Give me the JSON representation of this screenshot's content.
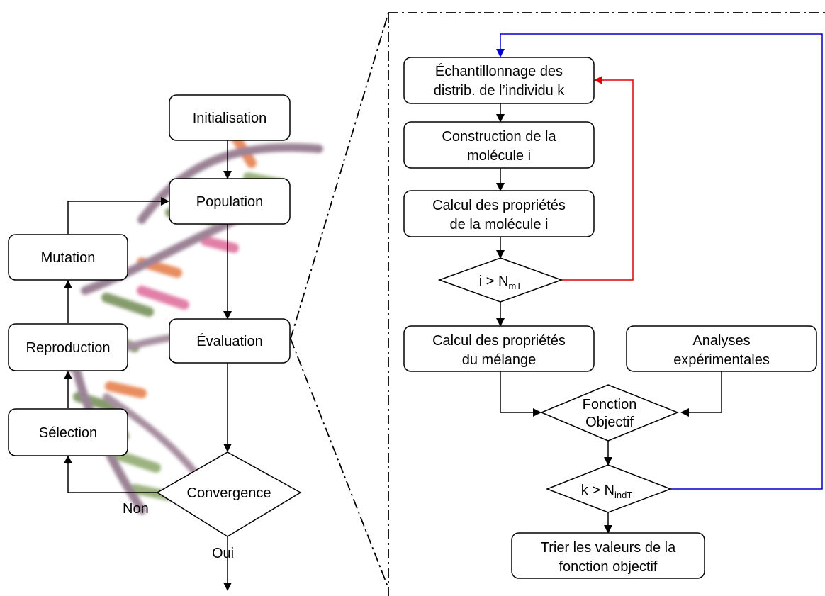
{
  "left_flow": {
    "initialisation": "Initialisation",
    "population": "Population",
    "evaluation": "Évaluation",
    "mutation": "Mutation",
    "reproduction": "Reproduction",
    "selection": "Sélection",
    "convergence": "Convergence",
    "non_label": "Non",
    "oui_label": "Oui"
  },
  "right_flow": {
    "sampling_line1": "Échantillonnage des",
    "sampling_line2": "distrib. de l’individu k",
    "construction_line1": "Construction de la",
    "construction_line2": "molécule i",
    "calc_mol_line1": "Calcul des propriétés",
    "calc_mol_line2": "de la molécule i",
    "cond_i": {
      "prefix": "i > N",
      "sub": "mT"
    },
    "calc_mix_line1": "Calcul des propriétés",
    "calc_mix_line2": "du mélange",
    "exp_line1": "Analyses",
    "exp_line2": "expérimentales",
    "objective_line1": "Fonction",
    "objective_line2": "Objectif",
    "cond_k": {
      "prefix": "k > N",
      "sub": "indT"
    },
    "sort_line1": "Trier les valeurs de la",
    "sort_line2": "fonction objectif"
  },
  "colors": {
    "inner_loop": "#e00000",
    "outer_loop": "#0000cc",
    "lines": "#000000",
    "dna_backbone": "#7a5a73",
    "dna_rung_green": "#5d7a3a",
    "dna_rung_orange": "#e0682a",
    "dna_rung_pink": "#d8548a"
  },
  "background_image": "dna-helix"
}
